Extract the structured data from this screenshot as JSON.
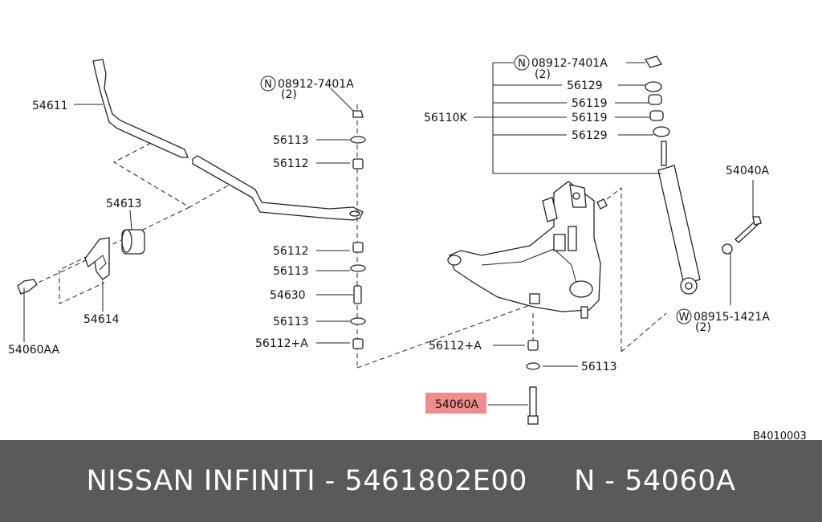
{
  "diagram": {
    "labels": {
      "p54611": "54611",
      "p54613": "54613",
      "p54614": "54614",
      "p54060AA": "54060AA",
      "n08912_left": "08912-7401A",
      "n08912_left_qty": "(2)",
      "p56113_a": "56113",
      "p56112_a": "56112",
      "p56112_b": "56112",
      "p56113_b": "56113",
      "p54630": "54630",
      "p56113_c": "56113",
      "p56112A_left": "56112+A",
      "n08912_right": "08912-7401A",
      "n08912_right_qty": "(2)",
      "p56129_a": "56129",
      "p56119_a": "56119",
      "p56110K": "56110K",
      "p56119_b": "56119",
      "p56129_b": "56129",
      "p54040A": "54040A",
      "w08915": "08915-1421A",
      "w08915_qty": "(2)",
      "p56112A_right": "56112+A",
      "p56113_d": "56113",
      "p54060A_highlight": "54060A",
      "figure_code": "B4010003",
      "circle_n": "N",
      "circle_n2": "N",
      "circle_w": "W"
    },
    "colors": {
      "highlight": "#f08c8c",
      "footer_bg": "#5a5a5a"
    }
  },
  "footer": {
    "text": "NISSAN INFINITI - 5461802E00     N - 54060A"
  }
}
